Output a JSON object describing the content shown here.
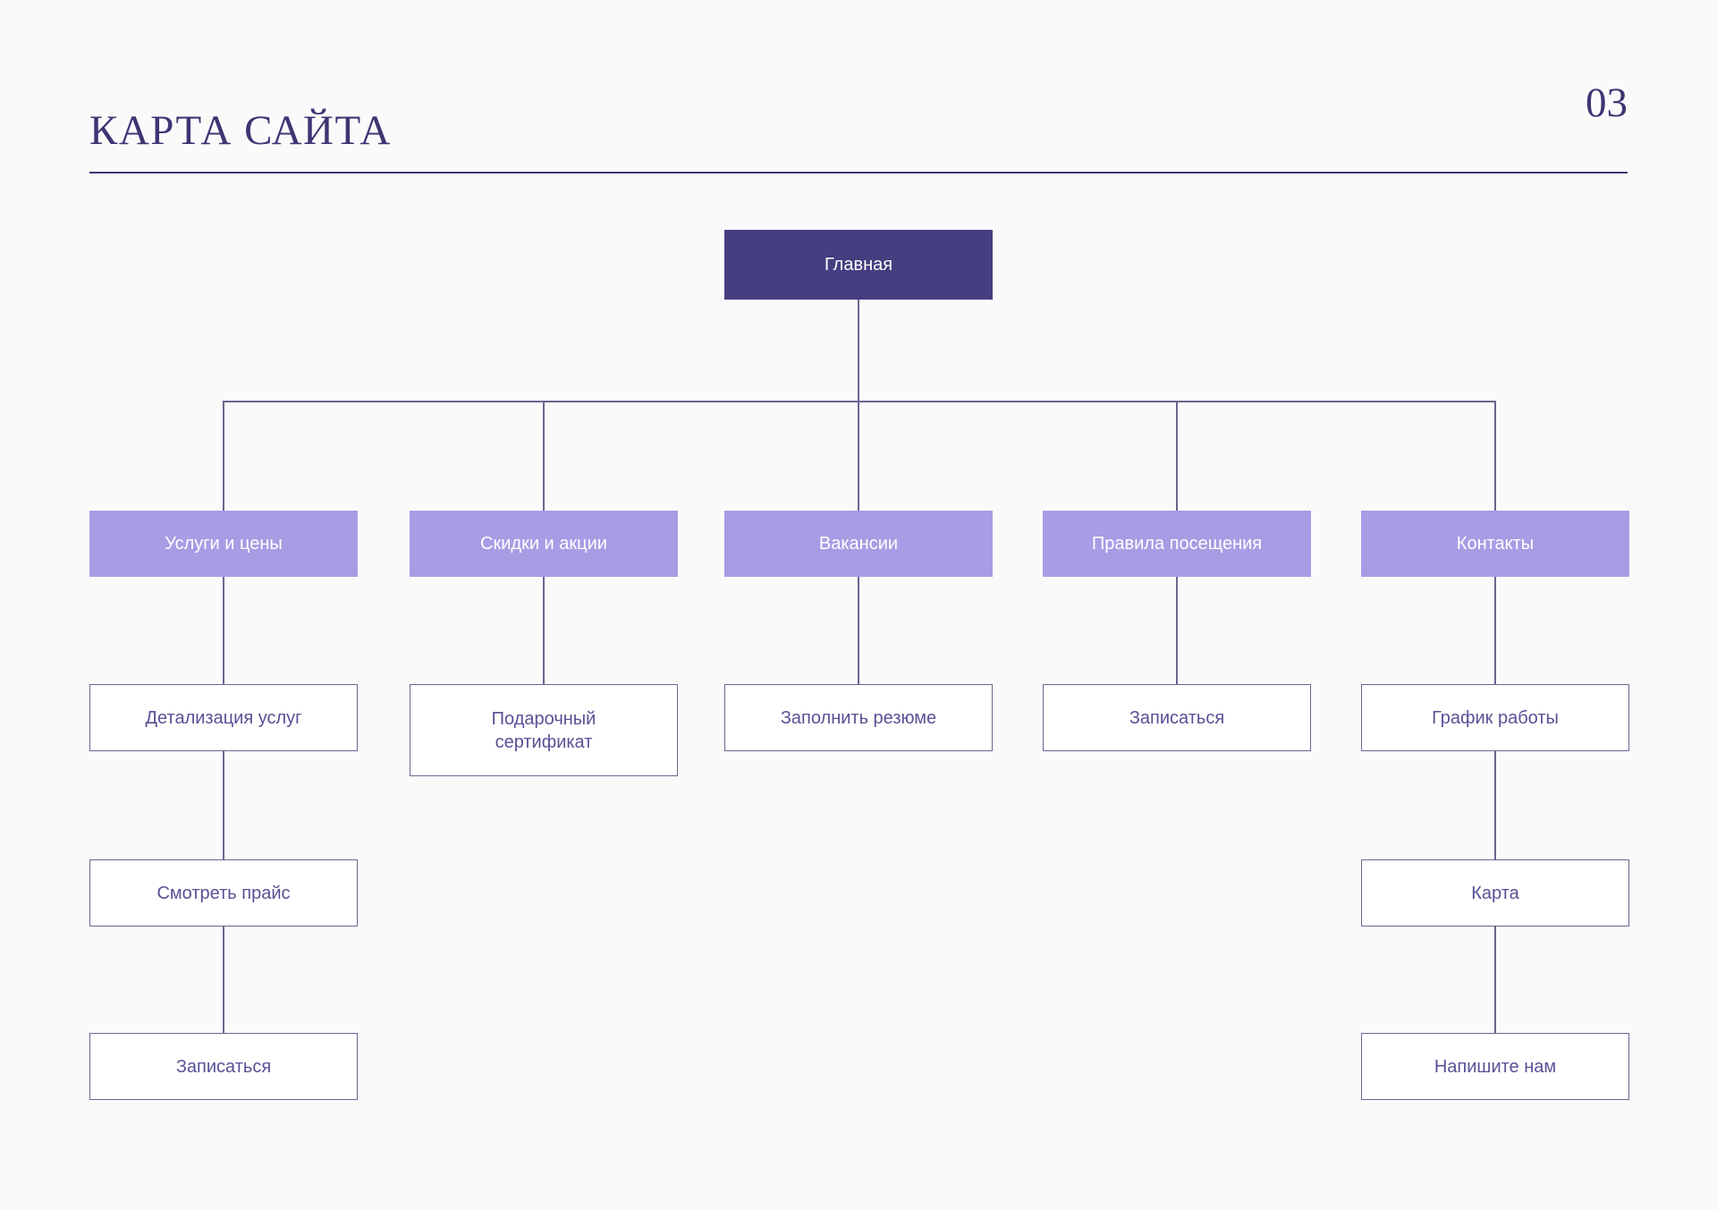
{
  "header": {
    "title": "КАРТА САЙТА",
    "page_number": "03"
  },
  "tree": {
    "root": {
      "label": "Главная"
    },
    "branches": [
      {
        "label": "Услуги и цены",
        "children": [
          "Детализация услуг",
          "Смотреть прайс",
          "Записаться"
        ]
      },
      {
        "label": "Скидки и акции",
        "children": [
          "Подарочный сертификат"
        ]
      },
      {
        "label": "Вакансии",
        "children": [
          "Заполнить резюме"
        ]
      },
      {
        "label": "Правила посещения",
        "children": [
          "Записаться"
        ]
      },
      {
        "label": "Контакты",
        "children": [
          "График работы",
          "Карта",
          "Напишите нам"
        ]
      }
    ]
  },
  "colors": {
    "background": "#fbfafb",
    "title_text": "#3e3573",
    "root_fill": "#453e80",
    "root_text": "#ffffff",
    "branch_fill": "#a89ce4",
    "branch_text": "#ffffff",
    "leaf_border": "#6b6590",
    "leaf_text": "#575196",
    "line": "#6b6590"
  }
}
